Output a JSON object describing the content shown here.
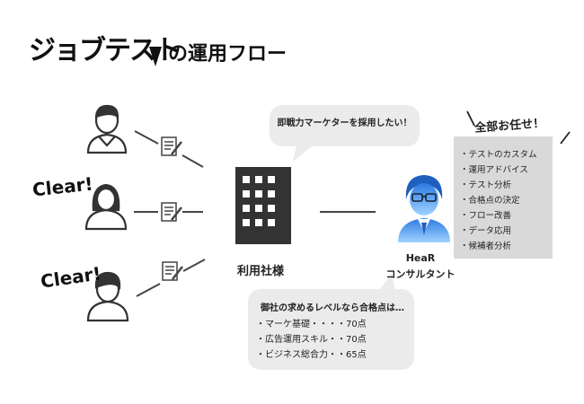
{
  "title": {
    "logo": "ジョブテスト",
    "rest": "の運用フロー"
  },
  "candidates": {
    "clear_1": "Clear!",
    "clear_2": "Clear!"
  },
  "company": {
    "label": "利用社様",
    "speech": "即戦力マーケターを採用したい！"
  },
  "consultant": {
    "name": "HeaR",
    "title": "コンサルタント"
  },
  "proposal": {
    "title": "御社の求めるレベルなら合格点は…",
    "items": [
      "・マーケ基礎・・・・70点",
      "・広告運用スキル・・70点",
      "・ビジネス総合力・・65点"
    ]
  },
  "services": {
    "heading": "全部お任せ！",
    "items": [
      "・テストのカスタム",
      "・運用アドバイス",
      "・テスト分析",
      "・合格点の決定",
      "・フロー改善",
      "・データ応用",
      "・候補者分析"
    ]
  },
  "colors": {
    "consultant_gradient_top": "#2d7be3",
    "consultant_gradient_bottom": "#9fd2ff",
    "dark": "#333333",
    "bubble": "#ebebeb",
    "panel": "#d9d9d9"
  }
}
